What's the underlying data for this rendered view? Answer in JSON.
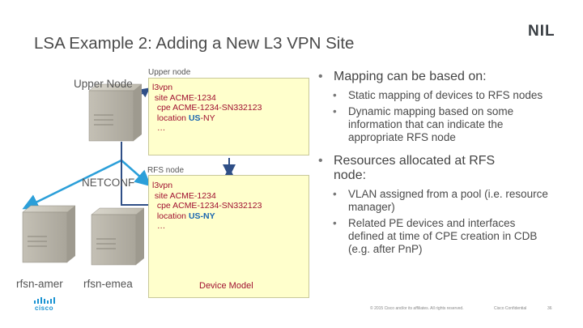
{
  "slide": {
    "title": "LSA Example 2: Adding a New L3 VPN Site",
    "brand_logo": "NIL",
    "cisco_logo": "cisco"
  },
  "diagram": {
    "upper_node_label": "Upper Node",
    "netconf_label": "NETCONF",
    "rfsn_amer_label": "rfsn-amer",
    "rfsn_emea_label": "rfsn-emea",
    "device_model_label": "Device Model",
    "upper_note": {
      "header": "Upper node",
      "lines": [
        "l3vpn",
        " site ACME-1234",
        "  cpe ACME-1234-SN332123",
        "  location ",
        "  …"
      ],
      "location_country": "US",
      "location_suffix": "-NY"
    },
    "rfs_note": {
      "header": "RFS node",
      "lines": [
        "l3vpn",
        " site ACME-1234",
        "  cpe ACME-1234-SN332123",
        "  location ",
        "  …"
      ],
      "location_highlight": "US-NY"
    }
  },
  "bullets": [
    {
      "text": "Mapping can be based on:",
      "children": [
        "Static mapping of devices to RFS nodes",
        "Dynamic mapping based on some information that can indicate the appropriate RFS node"
      ]
    },
    {
      "text": "Resources allocated at RFS node:",
      "children": [
        "VLAN assigned from a pool (i.e. resource manager)",
        "Related PE devices and interfaces defined at time of CPE creation in CDB (e.g. after PnP)"
      ]
    }
  ],
  "footer": {
    "copyright": "© 2015  Cisco and/or its affiliates. All rights reserved.",
    "confidential": "Cisco Confidential",
    "page_number": "36"
  },
  "colors": {
    "arrow_blue": "#2b9fd9",
    "arrow_navy": "#2f4f87",
    "note_bg": "#ffffcc",
    "note_text": "#a01030",
    "highlight": "#1a66b0"
  }
}
